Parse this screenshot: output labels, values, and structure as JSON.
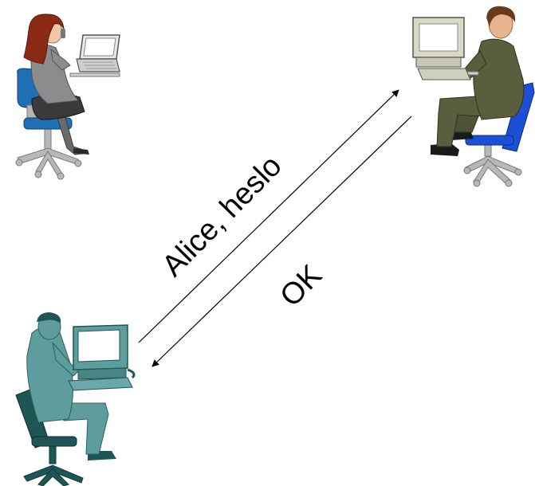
{
  "messages": {
    "request": "Alice, heslo",
    "response": "OK"
  },
  "figures": [
    {
      "role": "woman-at-laptop",
      "icon": "woman-laptop-icon"
    },
    {
      "role": "server-operator",
      "icon": "man-computer-icon"
    },
    {
      "role": "user-at-terminal",
      "icon": "man-terminal-icon"
    }
  ],
  "colors": {
    "woman_hair": "#8b2a15",
    "woman_top": "#8c8c8c",
    "woman_skirt": "#3a3a3a",
    "chair_blue": "#1f6fb4",
    "chair_gray": "#b5b5b5",
    "server_man_suit": "#5a5e3f",
    "server_chair": "#1b4fd6",
    "terminal_man": "#5e9d9d",
    "terminal_dark": "#1f5555",
    "arrow": "#000000"
  }
}
